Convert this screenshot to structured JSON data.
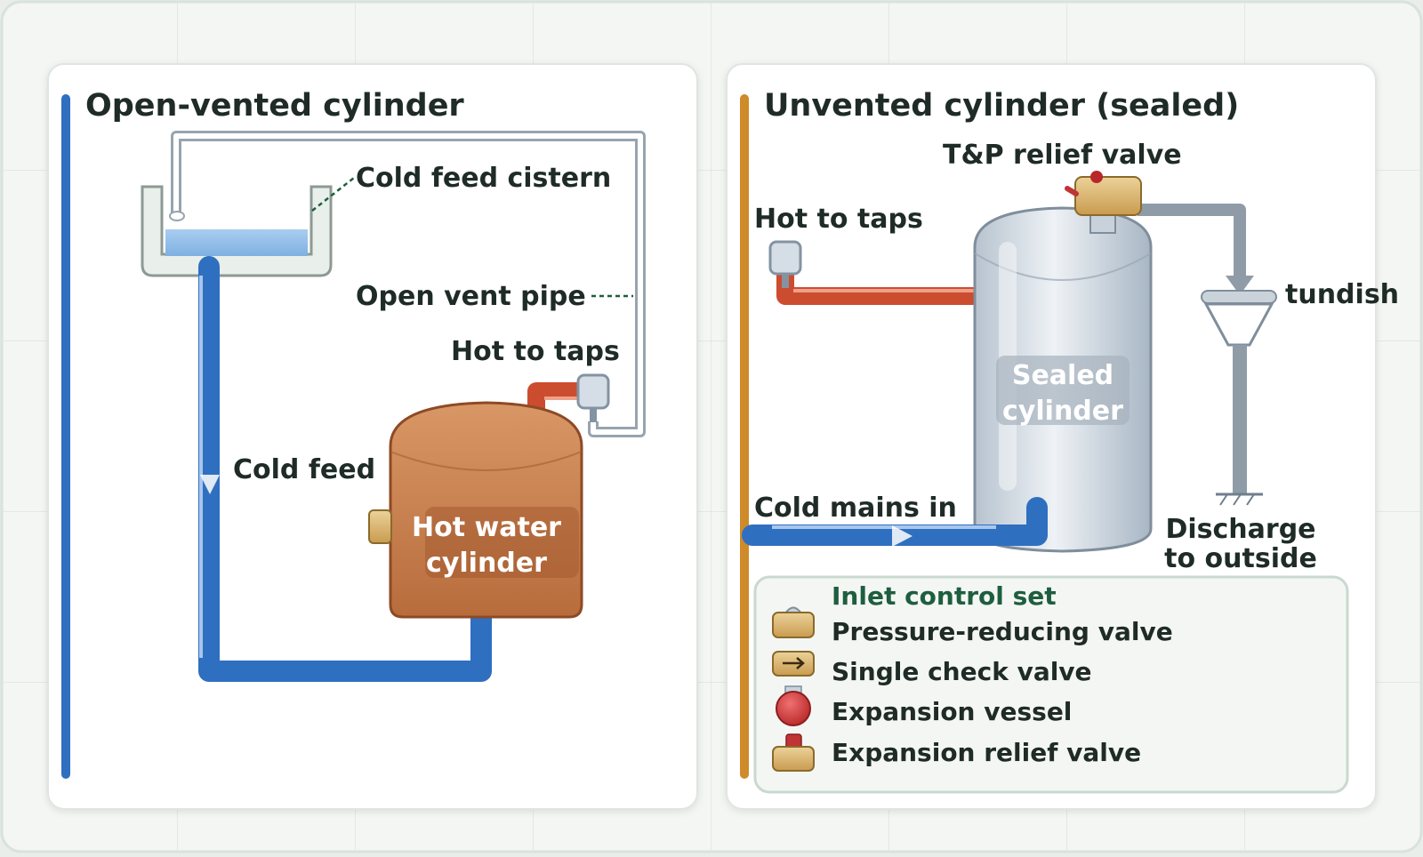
{
  "left_panel": {
    "title": "Open-vented cylinder",
    "labels": {
      "cistern": "Cold feed cistern",
      "vent": "Open vent pipe",
      "hot_taps": "Hot to taps",
      "cold_feed": "Cold feed",
      "cylinder_line1": "Hot water",
      "cylinder_line2": "cylinder"
    }
  },
  "right_panel": {
    "title": "Unvented cylinder (sealed)",
    "labels": {
      "tp_valve": "T&P relief valve",
      "hot_taps": "Hot to taps",
      "tundish": "tundish",
      "cylinder_line1": "Sealed",
      "cylinder_line2": "cylinder",
      "cold_mains": "Cold mains in",
      "discharge_line1": "Discharge",
      "discharge_line2": "to outside"
    },
    "legend": {
      "title": "Inlet control set",
      "items": [
        {
          "label": "Pressure-reducing valve",
          "icon": "pressure-reducing-valve-icon"
        },
        {
          "label": "Single check valve",
          "icon": "check-valve-icon"
        },
        {
          "label": "Expansion vessel",
          "icon": "expansion-vessel-icon"
        },
        {
          "label": "Expansion relief valve",
          "icon": "expansion-relief-valve-icon"
        }
      ]
    }
  },
  "colors": {
    "cold_pipe": "#2f6fc0",
    "hot_pipe": "#cc4c30",
    "left_accent": "#2f6fc0",
    "right_accent": "#cf8a2a",
    "copper_cylinder": "#c77a47",
    "steel_cylinder": "#c8d2dc",
    "valve_brass": "#d8b068"
  }
}
